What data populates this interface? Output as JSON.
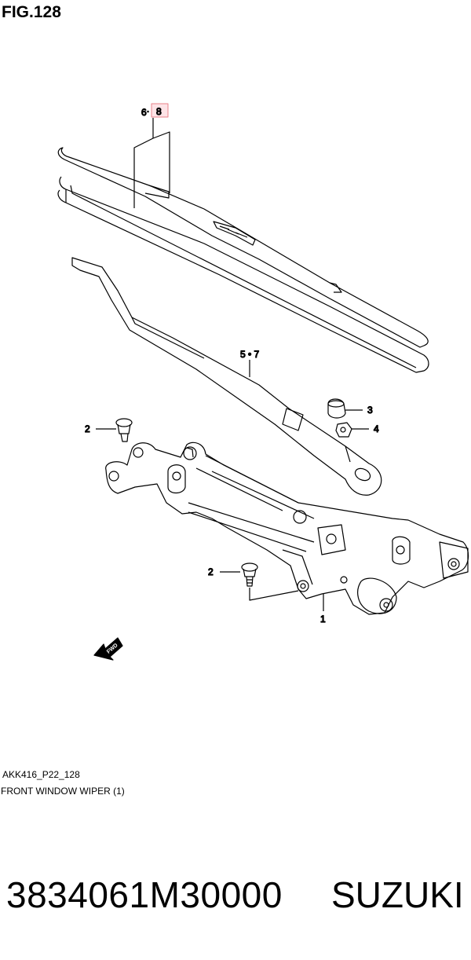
{
  "figure": {
    "title": "FIG.128",
    "code": "AKK416_P22_128",
    "caption": "FRONT WINDOW WIPER (1)"
  },
  "callouts": {
    "c1": "1",
    "c2a": "2",
    "c2b": "2",
    "c3": "3",
    "c4": "4",
    "c57": "5 • 7",
    "c6": "6",
    "c8": "8"
  },
  "arrow": {
    "label": "FWD"
  },
  "part_number": "3834061M30000",
  "brand": "SUZUKI",
  "colors": {
    "highlight_fill": "#fde3e6",
    "highlight_stroke": "#e8808a"
  }
}
